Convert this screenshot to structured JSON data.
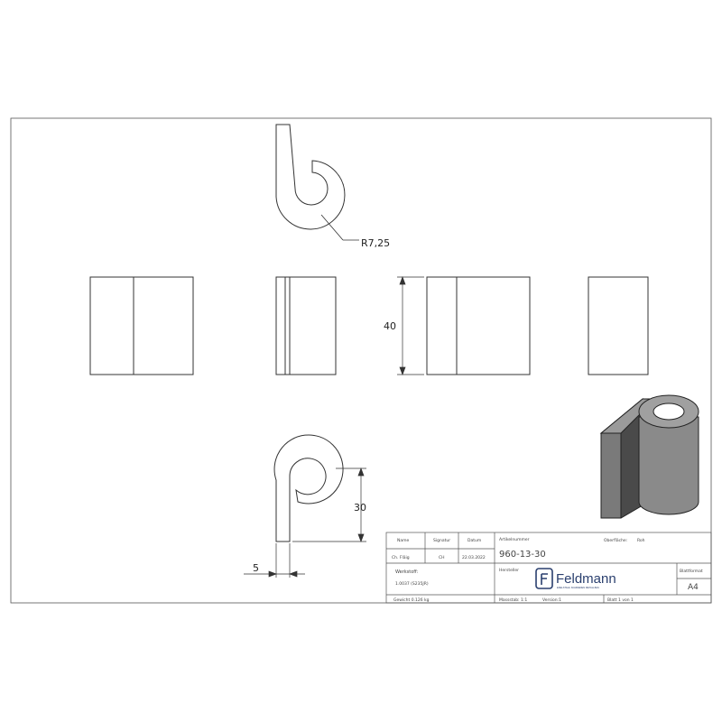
{
  "dimensions": {
    "radius": "R7,25",
    "height": "40",
    "eye_offset": "30",
    "thickness": "5"
  },
  "title_block": {
    "col_name_header": "Name",
    "col_signature_header": "Signatur",
    "col_date_header": "Datum",
    "checked_name": "Ch. Fläig",
    "signature": "CH",
    "date": "22.03.2022",
    "article_label": "Artikelnummer",
    "article_number": "960-13-30",
    "surface_label": "Oberfläche:",
    "surface_value": "Roh",
    "manufacturer_label": "Hersteller",
    "material_label": "Werkstoff:",
    "material_value": "1.0037 (S235JR)",
    "weight": "Gewicht 0.126 kg",
    "scale": "Massstab: 1:1",
    "version": "Version:1",
    "sheet": "Blatt 1 von 1",
    "format_label": "Blattformat",
    "format_value": "A4",
    "brand": "Feldmann",
    "brand_tagline": "EDELSTAHL SCHMIEDEN METALLBAU"
  },
  "colors": {
    "line": "#333333",
    "part_light": "#9a9a9a",
    "part_mid": "#7a7a7a",
    "part_dark": "#4a4a4a",
    "brand": "#2a3f6e"
  }
}
